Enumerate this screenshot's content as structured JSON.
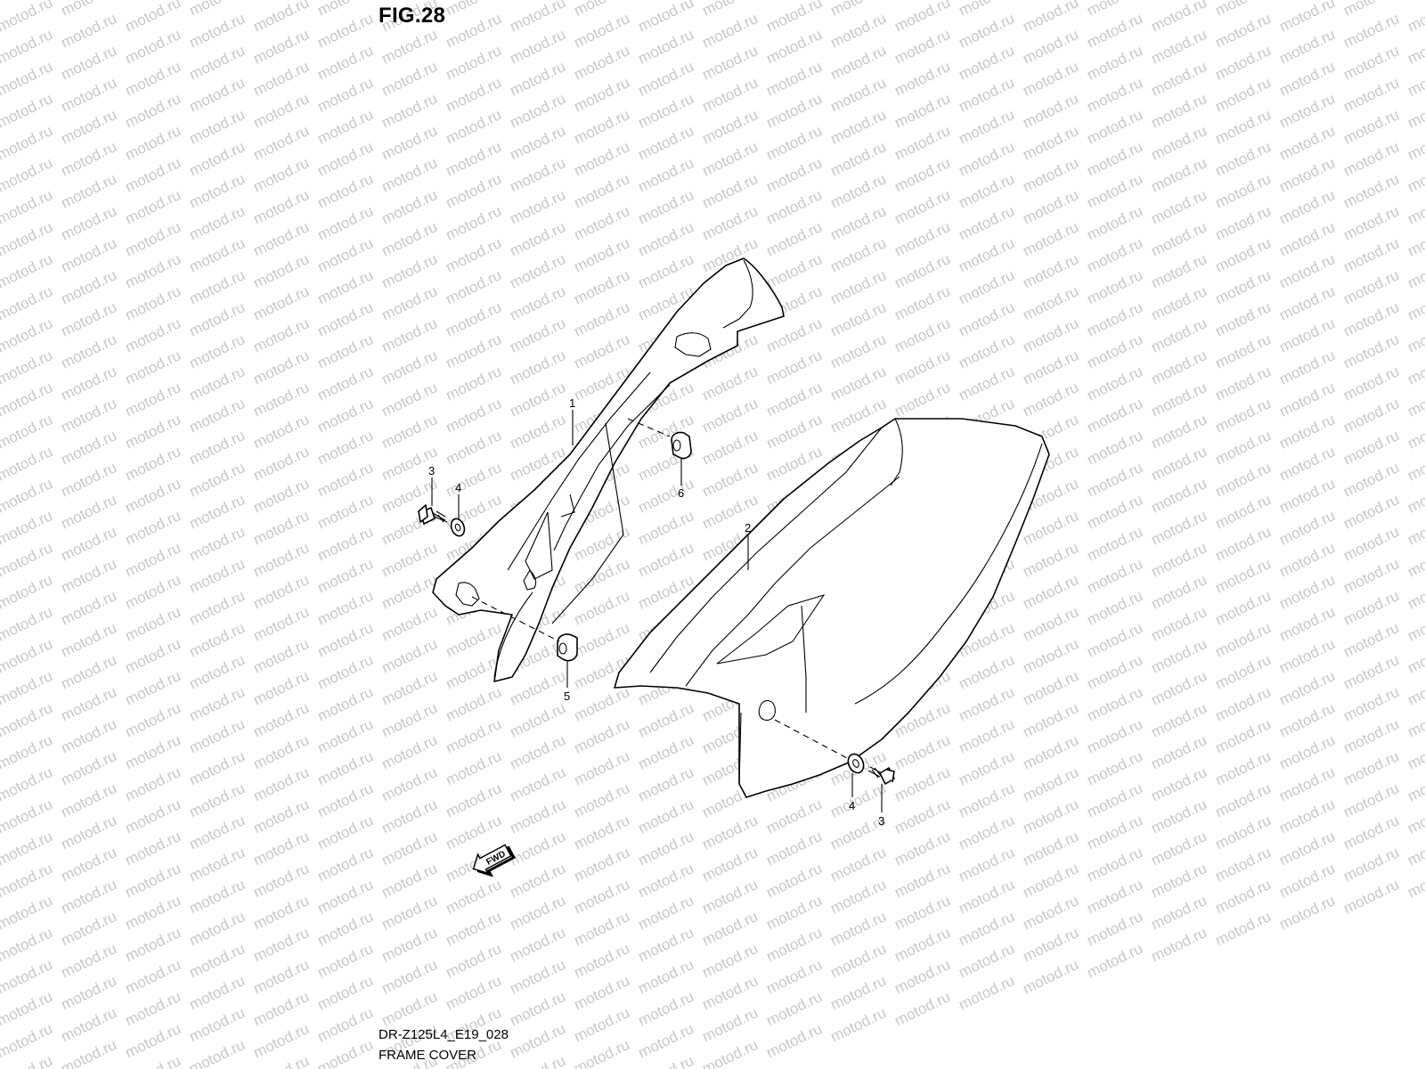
{
  "figure": {
    "title": "FIG.28"
  },
  "footer": {
    "model_code": "DR-Z125L4_E19_028",
    "caption": "FRAME COVER"
  },
  "watermark": {
    "text": "motod.ru",
    "color": "#c8c8c8"
  },
  "direction_marker": {
    "text": "FWD",
    "icon": "forward-arrow-icon"
  },
  "callouts": {
    "frame_cover_left": "1",
    "frame_cover_right": "2",
    "bolt_left": "3",
    "washer_left": "4",
    "cushion_lower": "5",
    "cushion_upper": "6",
    "washer_right": "4",
    "bolt_right": "3"
  }
}
